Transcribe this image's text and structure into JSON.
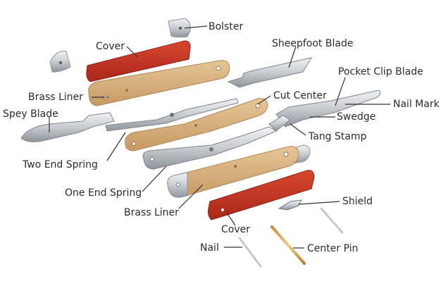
{
  "diagram": {
    "parts": {
      "bolster": "Bolster",
      "cover_top": "Cover",
      "sheepfoot_blade": "Sheepfoot Blade",
      "brass_liner_top": "Brass Liner",
      "pocket_clip_blade": "Pocket Clip Blade",
      "cut_center": "Cut Center",
      "nail_mark": "Nail Mark",
      "spey_blade": "Spey Blade",
      "swedge": "Swedge",
      "tang_stamp": "Tang Stamp",
      "two_end_spring": "Two End Spring",
      "one_end_spring": "One End Spring",
      "shield": "Shield",
      "brass_liner_bottom": "Brass Liner",
      "cover_bottom": "Cover",
      "nail": "Nail",
      "center_pin": "Center Pin"
    },
    "colors": {
      "cover_red": "#c4341f",
      "brass_liner": "#d6b07a",
      "steel": "#c9cdd2",
      "leader_line": "#333333",
      "label_text": "#2b2b2b"
    }
  }
}
